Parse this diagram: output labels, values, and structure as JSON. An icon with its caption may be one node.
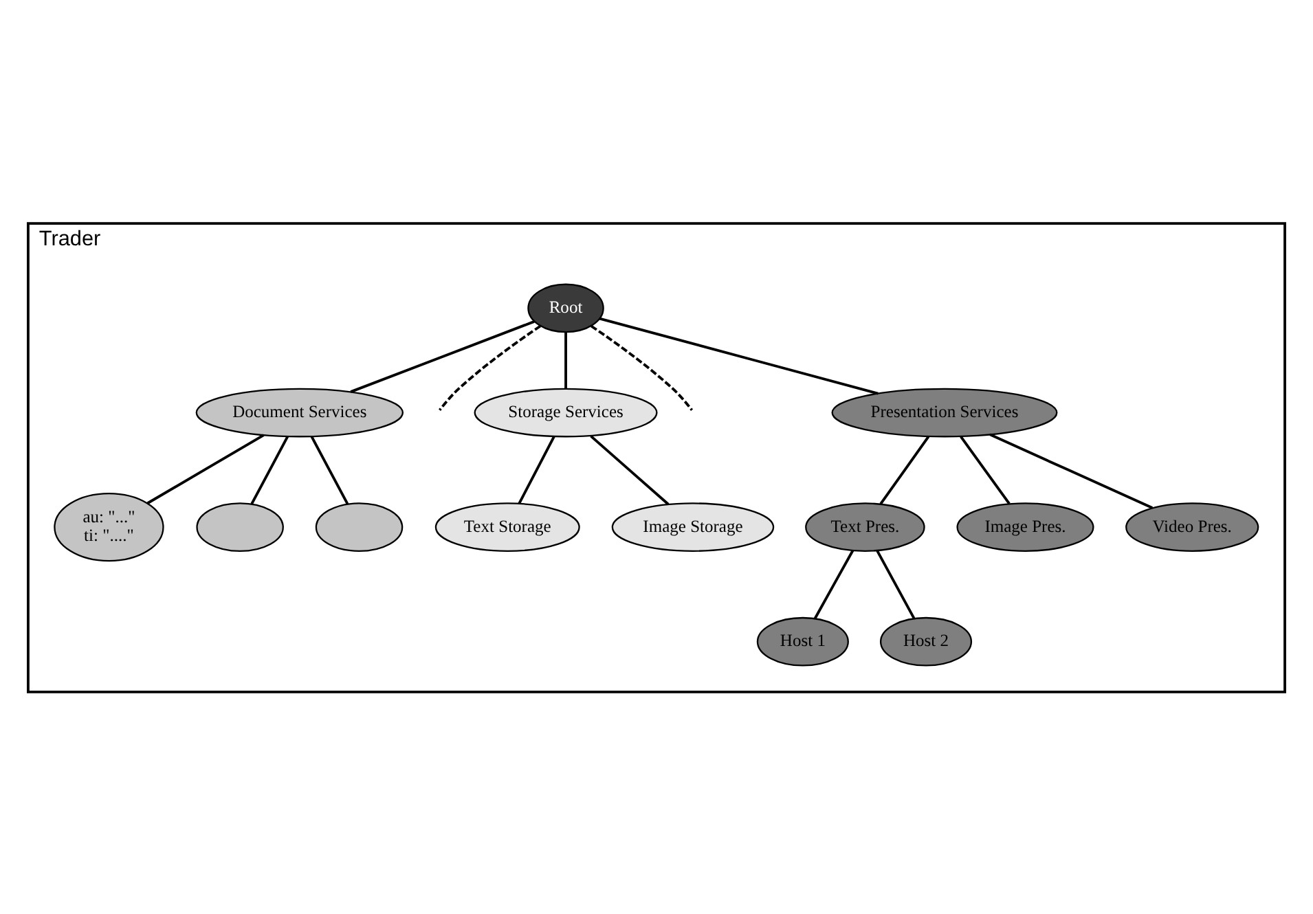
{
  "diagram": {
    "nodes": [
      {
        "text": [
          "Trader"
        ]
      },
      {
        "text": [
          "Root"
        ],
        "in": 0
      },
      {
        "text": [
          "Document Services"
        ],
        "in": 0
      },
      {
        "text": [
          "Storage Services"
        ],
        "in": 0
      },
      {
        "text": [
          "Presentation Services"
        ],
        "in": 0
      },
      {
        "text": [
          "au: \"...\"",
          "ti: \"....\""
        ],
        "in": 0
      },
      {
        "text": [],
        "shape": "ellipse",
        "in": 0
      },
      {
        "text": [],
        "shape": "ellipse",
        "in": 0
      },
      {
        "text": [
          "Text Storage"
        ],
        "in": 0
      },
      {
        "text": [
          "Image Storage"
        ],
        "in": 0
      },
      {
        "text": [
          "Text Pres."
        ],
        "in": 0
      },
      {
        "text": [
          "Image Pres."
        ],
        "in": 0
      },
      {
        "text": [
          "Video Pres."
        ],
        "in": 0
      },
      {
        "text": [
          "Host 1"
        ],
        "in": 0
      },
      {
        "text": [
          "Host 2"
        ],
        "in": 0
      }
    ],
    "edges": [
      {
        "from": 1,
        "to": 2,
        "arrow": "none"
      },
      {
        "from": 1,
        "to": null,
        "arrow": "none",
        "style": "dashed"
      },
      {
        "from": 1,
        "to": 3,
        "arrow": "none"
      },
      {
        "from": 1,
        "to": null,
        "arrow": "none",
        "style": "dashed"
      },
      {
        "from": 1,
        "to": 4,
        "arrow": "none"
      },
      {
        "from": 2,
        "to": 5,
        "arrow": "none"
      },
      {
        "from": 2,
        "to": 6,
        "arrow": "none"
      },
      {
        "from": 2,
        "to": 7,
        "arrow": "none"
      },
      {
        "from": 3,
        "to": 8,
        "arrow": "none"
      },
      {
        "from": 3,
        "to": 9,
        "arrow": "none"
      },
      {
        "from": 4,
        "to": 10,
        "arrow": "none"
      },
      {
        "from": 4,
        "to": 11,
        "arrow": "none"
      },
      {
        "from": 4,
        "to": 12,
        "arrow": "none"
      },
      {
        "from": 10,
        "to": 13,
        "arrow": "none"
      },
      {
        "from": 10,
        "to": 14,
        "arrow": "none"
      }
    ]
  }
}
